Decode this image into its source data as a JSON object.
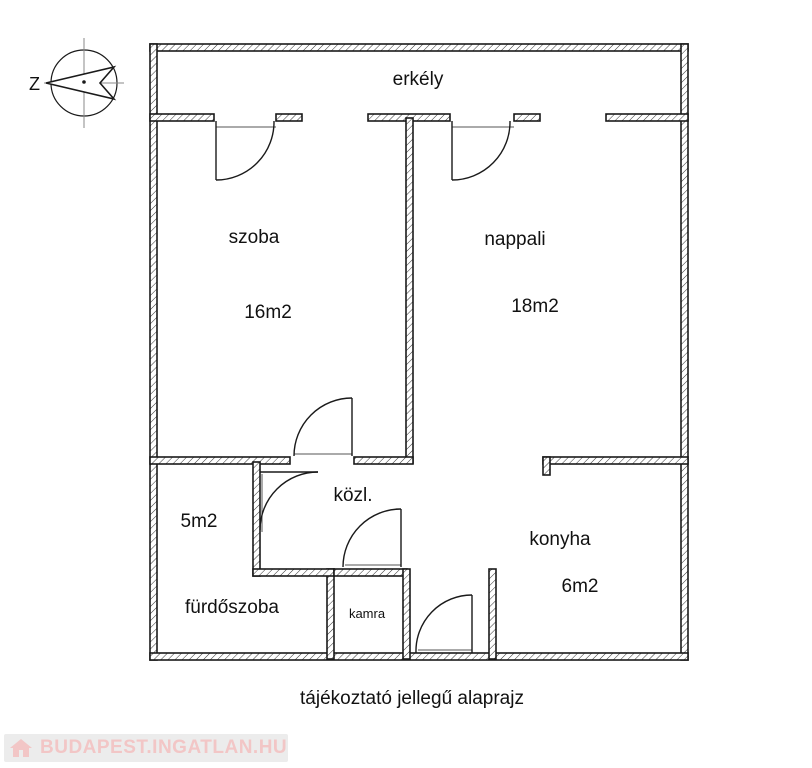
{
  "rooms": {
    "erkely": "erkély",
    "szoba": "szoba",
    "szoba_area": "16m2",
    "nappali": "nappali",
    "nappali_area": "18m2",
    "kozl": "közl.",
    "furdo_area": "5m2",
    "furdo": "fürdőszoba",
    "kamra": "kamra",
    "konyha": "konyha",
    "konyha_area": "6m2"
  },
  "caption": "tájékoztató jellegű alaprajz",
  "compass_letter": "Z",
  "watermark": "BUDAPEST.INGATLAN.HU",
  "colors": {
    "wall": "#1a1a1a",
    "watermark_text": "#f2c6c6",
    "watermark_bg": "#ececec"
  }
}
